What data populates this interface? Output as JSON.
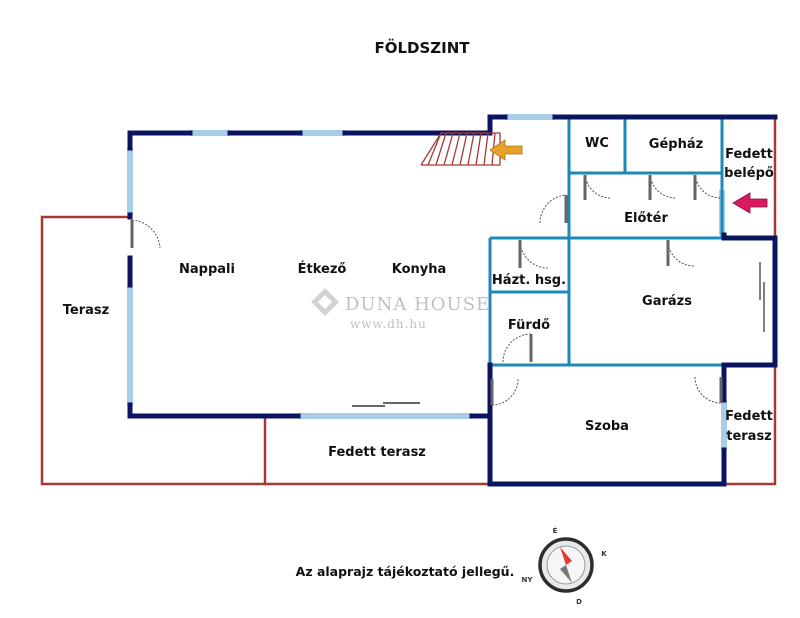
{
  "title": "FÖLDSZINT",
  "rooms": {
    "terasz": "Terasz",
    "nappali": "Nappali",
    "etkezo": "Étkező",
    "konyha": "Konyha",
    "hazt_hsg": "Házt. hsg.",
    "furdo": "Fürdő",
    "wc": "WC",
    "gephaz": "Gépház",
    "fedett_belepo_1": "Fedett",
    "fedett_belepo_2": "belépő",
    "eloter": "Előtér",
    "garazs": "Garázs",
    "szoba": "Szoba",
    "fedett_terasz": "Fedett terasz",
    "fedett_terasz2_1": "Fedett",
    "fedett_terasz2_2": "terasz"
  },
  "watermark": {
    "brand": "DUNA HOUSE",
    "url": "www.dh.hu"
  },
  "disclaimer": "Az alaprajz tájékoztató jellegű.",
  "compass": {
    "north_label": "É",
    "east_label": "K",
    "south_label": "D",
    "west_label": "NY"
  },
  "colors": {
    "wall": "#0b1461",
    "inner_wall": "#1e88b8",
    "window": "#a7cde8",
    "terrace_line": "#a63a32",
    "entry_arrow": "#d81b60",
    "stair_arrow": "#e6a22a"
  }
}
